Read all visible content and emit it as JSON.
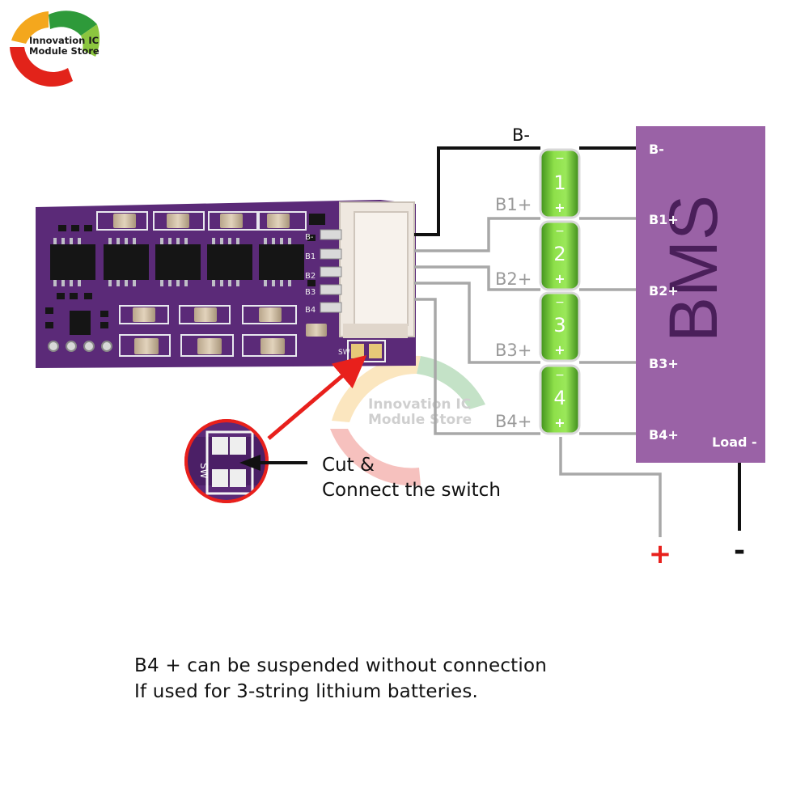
{
  "logo": {
    "line1": "Innovation IC",
    "line2": "Module Store"
  },
  "watermark": {
    "line1": "Innovation IC",
    "line2": "Module Store"
  },
  "board": {
    "pin_labels": [
      "B-",
      "B1",
      "B2",
      "B3",
      "B4"
    ],
    "switch_label": "SW",
    "inset_label": "SW"
  },
  "wires": {
    "bminus": "B-",
    "b1": "B1+",
    "b2": "B2+",
    "b3": "B3+",
    "b4": "B4+"
  },
  "cells": [
    {
      "number": "1",
      "top": "−",
      "bottom": "+"
    },
    {
      "number": "2",
      "top": "−",
      "bottom": "+"
    },
    {
      "number": "3",
      "top": "−",
      "bottom": "+"
    },
    {
      "number": "4",
      "top": "−",
      "bottom": "+"
    }
  ],
  "bms": {
    "title": "BMS",
    "terminals": [
      "B-",
      "B1+",
      "B2+",
      "B3+",
      "B4+"
    ],
    "load_label": "Load -"
  },
  "output": {
    "plus": "+",
    "minus": "-"
  },
  "annotation": {
    "line1": "Cut &",
    "line2": "Connect the switch"
  },
  "footer": {
    "line1": "B4 + can be suspended without connection",
    "line2": "If used for 3-string lithium batteries."
  },
  "colors": {
    "pcb": "#5b2a78",
    "bms": "#9a62a6",
    "cell": "#7fd23a",
    "wire_gray": "#a8a8a8",
    "wire_black": "#111111",
    "arrow_red": "#e8201c"
  }
}
